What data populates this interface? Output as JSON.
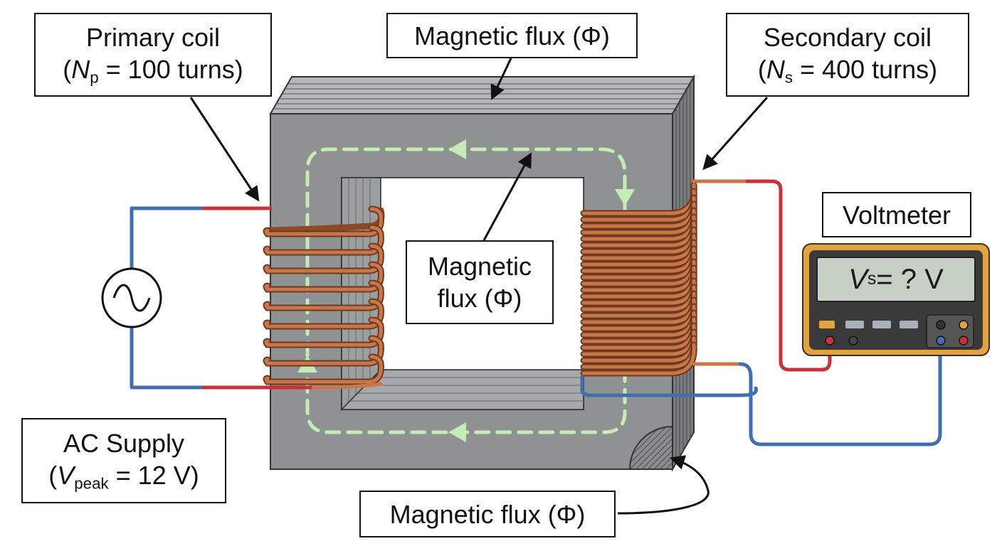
{
  "labels": {
    "primary_coil": {
      "title": "Primary coil",
      "sym": "N",
      "sub": "p",
      "rest": " = 100 turns)"
    },
    "secondary_coil": {
      "title": "Secondary coil",
      "sym": "N",
      "sub": "s",
      "rest": " = 400 turns)"
    },
    "flux_top": "Magnetic flux (Φ)",
    "flux_center_line1": "Magnetic",
    "flux_center_line2": "flux (Φ)",
    "flux_bottom": "Magnetic flux (Φ)",
    "voltmeter": "Voltmeter",
    "ac_supply": {
      "title": "AC Supply",
      "sym": "V",
      "sub": "peak",
      "rest": " = 12 V)"
    }
  },
  "display": {
    "sym": "V",
    "sub": "s",
    "rest": " = ? V"
  },
  "colors": {
    "core": "#8f9193",
    "core_top": "#b4b6b8",
    "core_side": "#7a7c7e",
    "copper": "#c9764a",
    "wire_red": "#c9303a",
    "wire_blue": "#3f6fb0",
    "flux_arrow": "#c4ecb4",
    "meter_body": "#3a3a3a",
    "meter_frame": "#e6a23c",
    "lcd": "#c7d0c5"
  }
}
